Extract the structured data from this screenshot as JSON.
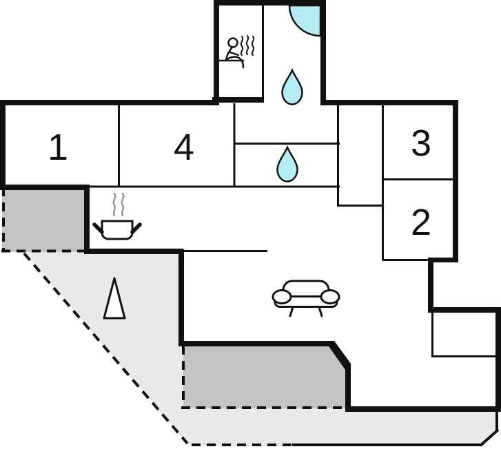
{
  "plan": {
    "type": "holiday-home-floor-plan",
    "rooms": {
      "room1": {
        "label": "1"
      },
      "room4": {
        "label": "4"
      },
      "room3": {
        "label": "3"
      },
      "room2": {
        "label": "2"
      }
    },
    "icons": [
      "sauna-icon",
      "corner-shower-icon",
      "water-droplet-icon",
      "water-droplet-icon",
      "stove-pot-icon",
      "sofa-icon",
      "tree-icon"
    ],
    "colors": {
      "wall": "#111111",
      "water": "#b5ecf4",
      "terrace": "#c3c3c3",
      "garden": "#e9e9e9",
      "steam": "#999999",
      "paper": "#ffffff"
    }
  }
}
